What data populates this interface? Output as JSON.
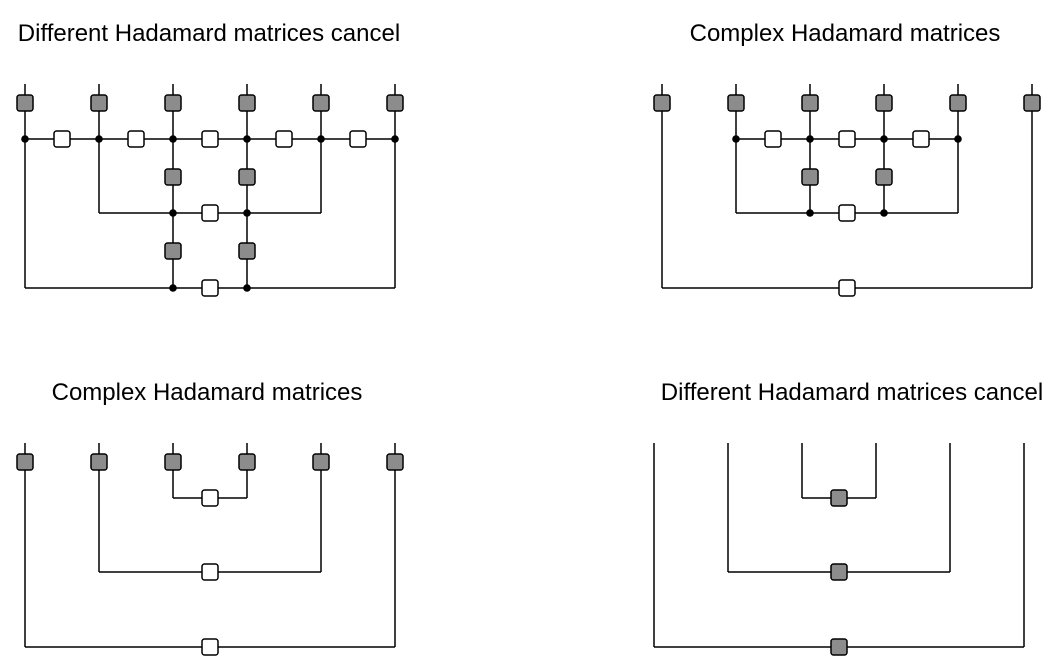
{
  "colors": {
    "line": "#000000",
    "filled_box": "#8c8c8c",
    "empty_box": "#ffffff",
    "background": "#ffffff"
  },
  "panels": [
    {
      "title": "Different Hadamard matrices cancel",
      "wires": 6,
      "gray_boxes_top": [
        0,
        1,
        2,
        3,
        4,
        5
      ],
      "levels": [
        {
          "from": 0,
          "to": 5,
          "white_box": true,
          "junction_dots": true
        },
        {
          "from": 1,
          "to": 4,
          "white_box": true,
          "junction_dots": true
        },
        {
          "from": 0,
          "to": 5,
          "white_box": true,
          "junction_dots": true
        }
      ]
    },
    {
      "title": "Complex Hadamard matrices",
      "wires": 6,
      "gray_boxes_top": [
        0,
        1,
        2,
        3,
        4,
        5
      ],
      "levels": [
        {
          "from": 1,
          "to": 4,
          "white_box": true,
          "junction_dots": true
        },
        {
          "from": 1,
          "to": 4,
          "white_box": true,
          "junction_dots": true
        },
        {
          "from": 0,
          "to": 5,
          "white_box": true,
          "junction_dots": false
        }
      ]
    },
    {
      "title": "Complex Hadamard matrices",
      "wires": 6,
      "gray_boxes_top": [
        0,
        1,
        2,
        3,
        4,
        5
      ],
      "levels": [
        {
          "from": 2,
          "to": 3,
          "white_box": true
        },
        {
          "from": 1,
          "to": 4,
          "white_box": true
        },
        {
          "from": 0,
          "to": 5,
          "white_box": true
        }
      ]
    },
    {
      "title": "Different Hadamard matrices cancel",
      "wires": 6,
      "gray_boxes_top": [],
      "levels": [
        {
          "from": 2,
          "to": 3,
          "white_box": false
        },
        {
          "from": 1,
          "to": 4,
          "white_box": false
        },
        {
          "from": 0,
          "to": 5,
          "white_box": false
        }
      ]
    }
  ]
}
